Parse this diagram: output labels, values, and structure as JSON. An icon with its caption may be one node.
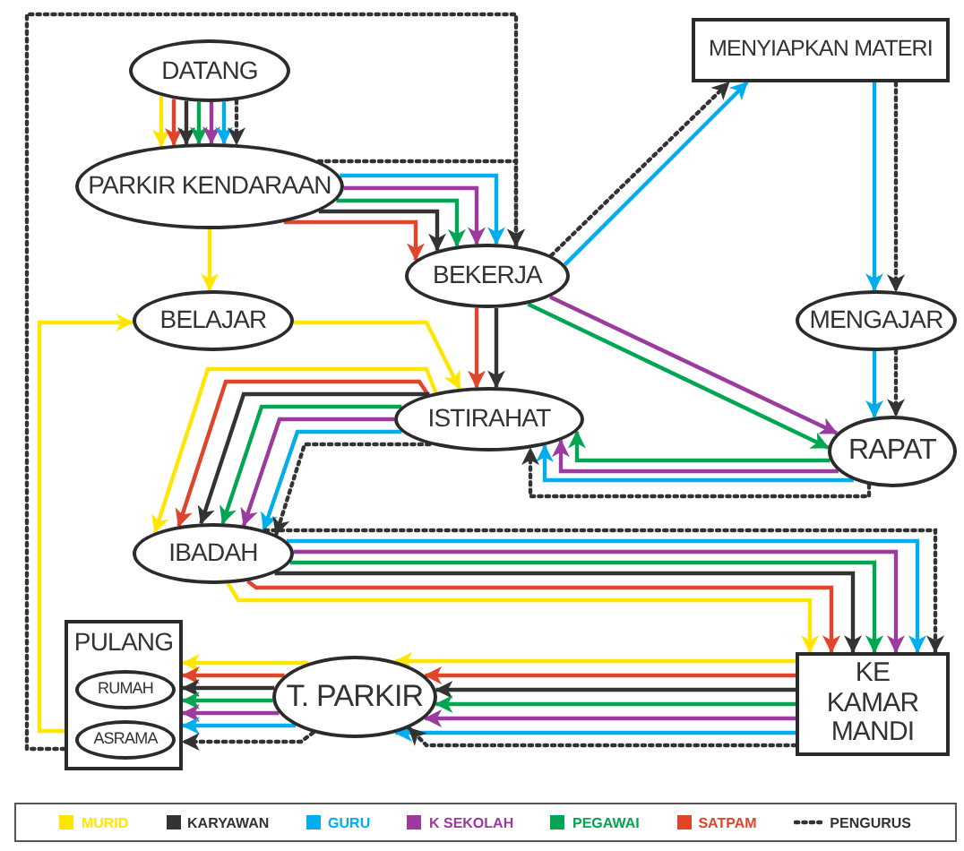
{
  "diagram": {
    "nodes": [
      {
        "text": [
          "DATANG"
        ]
      },
      {
        "text": [
          "PARKIR KENDARAAN"
        ]
      },
      {
        "text": [
          "BEKERJA"
        ]
      },
      {
        "text": [
          "MENYIAPKAN MATERI"
        ]
      },
      {
        "text": [
          "BELAJAR"
        ]
      },
      {
        "text": [
          "MENGAJAR"
        ]
      },
      {
        "text": [
          "ISTIRAHAT"
        ]
      },
      {
        "text": [
          "RAPAT"
        ]
      },
      {
        "text": [
          "IBADAH"
        ]
      },
      {
        "text": [
          "PULANG"
        ]
      },
      {
        "text": [
          "RUMAH"
        ],
        "in": 9
      },
      {
        "text": [
          "ASRAMA"
        ],
        "in": 9
      },
      {
        "text": [
          "T. PARKIR"
        ]
      },
      {
        "text": [
          "KE KAMAR MANDI"
        ]
      }
    ],
    "edges": [
      {
        "from": 0,
        "to": 1,
        "arrow": "to",
        "color": "#ffe600"
      },
      {
        "from": 0,
        "to": 1,
        "arrow": "to",
        "color": "#e0442a"
      },
      {
        "from": 0,
        "to": 1,
        "arrow": "to",
        "color": "#333333"
      },
      {
        "from": 0,
        "to": 1,
        "arrow": "to",
        "color": "#00a651"
      },
      {
        "from": 0,
        "to": 1,
        "arrow": "to",
        "color": "#9b3b9e"
      },
      {
        "from": 0,
        "to": 1,
        "arrow": "to",
        "color": "#00aeef"
      },
      {
        "from": 0,
        "to": 1,
        "arrow": "to",
        "color": "#333333",
        "style": "dashed"
      },
      {
        "from": 1,
        "to": 2,
        "arrow": "to",
        "color": "#e0442a"
      },
      {
        "from": 1,
        "to": 2,
        "arrow": "to",
        "color": "#333333"
      },
      {
        "from": 1,
        "to": 2,
        "arrow": "to",
        "color": "#00a651"
      },
      {
        "from": 1,
        "to": 2,
        "arrow": "to",
        "color": "#9b3b9e"
      },
      {
        "from": 1,
        "to": 2,
        "arrow": "to",
        "color": "#00aeef"
      },
      {
        "from": 1,
        "to": 2,
        "arrow": "to",
        "color": "#333333",
        "style": "dashed"
      },
      {
        "from": 9,
        "to": 2,
        "arrow": "to",
        "color": "#333333",
        "style": "dashed"
      },
      {
        "from": 1,
        "to": 4,
        "arrow": "to",
        "color": "#ffe600"
      },
      {
        "from": 9,
        "to": 4,
        "arrow": "to",
        "color": "#ffe600"
      },
      {
        "from": 4,
        "to": 6,
        "arrow": "to",
        "color": "#ffe600"
      },
      {
        "from": 2,
        "to": 6,
        "arrow": "to",
        "color": "#e0442a"
      },
      {
        "from": 2,
        "to": 6,
        "arrow": "to",
        "color": "#333333"
      },
      {
        "from": 2,
        "to": 3,
        "arrow": "to",
        "color": "#333333",
        "style": "dashed"
      },
      {
        "from": 2,
        "to": 3,
        "arrow": "to",
        "color": "#00aeef"
      },
      {
        "from": 3,
        "to": 5,
        "arrow": "to",
        "color": "#00aeef"
      },
      {
        "from": 3,
        "to": 5,
        "arrow": "to",
        "color": "#333333",
        "style": "dashed"
      },
      {
        "from": 5,
        "to": 7,
        "arrow": "to",
        "color": "#00aeef"
      },
      {
        "from": 5,
        "to": 7,
        "arrow": "to",
        "color": "#333333",
        "style": "dashed"
      },
      {
        "from": 2,
        "to": 7,
        "arrow": "to",
        "color": "#9b3b9e"
      },
      {
        "from": 2,
        "to": 7,
        "arrow": "to",
        "color": "#00a651"
      },
      {
        "from": 7,
        "to": 6,
        "arrow": "to",
        "color": "#00a651"
      },
      {
        "from": 7,
        "to": 6,
        "arrow": "to",
        "color": "#9b3b9e"
      },
      {
        "from": 7,
        "to": 6,
        "arrow": "to",
        "color": "#00aeef"
      },
      {
        "from": 7,
        "to": 6,
        "arrow": "to",
        "color": "#333333",
        "style": "dashed"
      },
      {
        "from": 6,
        "to": 8,
        "arrow": "to",
        "color": "#ffe600"
      },
      {
        "from": 6,
        "to": 8,
        "arrow": "to",
        "color": "#e0442a"
      },
      {
        "from": 6,
        "to": 8,
        "arrow": "to",
        "color": "#333333"
      },
      {
        "from": 6,
        "to": 8,
        "arrow": "to",
        "color": "#00a651"
      },
      {
        "from": 6,
        "to": 8,
        "arrow": "to",
        "color": "#9b3b9e"
      },
      {
        "from": 6,
        "to": 8,
        "arrow": "to",
        "color": "#00aeef"
      },
      {
        "from": 6,
        "to": 8,
        "arrow": "to",
        "color": "#333333",
        "style": "dashed"
      },
      {
        "from": 8,
        "to": 13,
        "arrow": "to",
        "color": "#ffe600"
      },
      {
        "from": 8,
        "to": 13,
        "arrow": "to",
        "color": "#e0442a"
      },
      {
        "from": 8,
        "to": 13,
        "arrow": "to",
        "color": "#333333"
      },
      {
        "from": 8,
        "to": 13,
        "arrow": "to",
        "color": "#00a651"
      },
      {
        "from": 8,
        "to": 13,
        "arrow": "to",
        "color": "#9b3b9e"
      },
      {
        "from": 8,
        "to": 13,
        "arrow": "to",
        "color": "#00aeef"
      },
      {
        "from": 8,
        "to": 13,
        "arrow": "to",
        "color": "#333333",
        "style": "dashed"
      },
      {
        "from": 13,
        "to": 12,
        "arrow": "to",
        "color": "#ffe600"
      },
      {
        "from": 13,
        "to": 12,
        "arrow": "to",
        "color": "#e0442a"
      },
      {
        "from": 13,
        "to": 12,
        "arrow": "to",
        "color": "#333333"
      },
      {
        "from": 13,
        "to": 12,
        "arrow": "to",
        "color": "#00a651"
      },
      {
        "from": 13,
        "to": 12,
        "arrow": "to",
        "color": "#9b3b9e"
      },
      {
        "from": 13,
        "to": 12,
        "arrow": "to",
        "color": "#00aeef"
      },
      {
        "from": 13,
        "to": 12,
        "arrow": "to",
        "color": "#333333",
        "style": "dashed"
      },
      {
        "from": 12,
        "to": 9,
        "arrow": "to",
        "color": "#ffe600"
      },
      {
        "from": 12,
        "to": 9,
        "arrow": "to",
        "color": "#e0442a"
      },
      {
        "from": 12,
        "to": 9,
        "arrow": "to",
        "color": "#333333"
      },
      {
        "from": 12,
        "to": 9,
        "arrow": "to",
        "color": "#00a651"
      },
      {
        "from": 12,
        "to": 9,
        "arrow": "to",
        "color": "#9b3b9e"
      },
      {
        "from": 12,
        "to": 9,
        "arrow": "to",
        "color": "#00aeef"
      },
      {
        "from": 12,
        "to": 9,
        "arrow": "to",
        "color": "#333333",
        "style": "dashed"
      }
    ],
    "legend": [
      {
        "text": "MURID",
        "color": "#ffe600"
      },
      {
        "text": "KARYAWAN",
        "color": "#333333"
      },
      {
        "text": "GURU",
        "color": "#00aeef"
      },
      {
        "text": "K SEKOLAH",
        "color": "#9b3b9e"
      },
      {
        "text": "PEGAWAI",
        "color": "#00a651"
      },
      {
        "text": "SATPAM",
        "color": "#e0442a"
      },
      {
        "text": "PENGURUS"
      }
    ]
  }
}
